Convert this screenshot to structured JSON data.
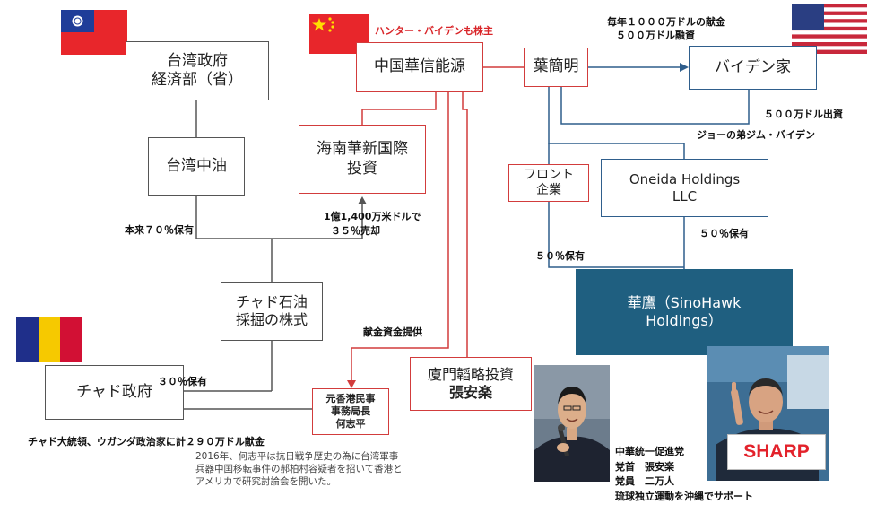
{
  "nodes": {
    "taiwan_gov": [
      "台湾政府",
      "経済部（省）"
    ],
    "taiwan_cpc": "台湾中油",
    "cefc": "中国華信能源",
    "hainan": [
      "海南華新国際",
      "投資"
    ],
    "ye": "葉簡明",
    "biden_family": "バイデン家",
    "front": [
      "フロント",
      "企業"
    ],
    "oneida": [
      "Oneida Holdings",
      "LLC"
    ],
    "sinohawk": [
      "華鷹（SinoHawk",
      "Holdings）"
    ],
    "chad_oil": [
      "チャド石油",
      "採掘の株式"
    ],
    "chad_gov": "チャド政府",
    "ho": [
      "元香港民事",
      "事務局長",
      "何志平"
    ],
    "xiamen": [
      "廈門韜略投資",
      "張安楽"
    ]
  },
  "labels": {
    "hunter": "ハンター・バイデンも株主",
    "donation": [
      "毎年１０００万ドルの献金",
      "５００万ドル融資"
    ],
    "invest500": "５００万ドル出資",
    "jim": "ジョーの弟ジム・バイデン",
    "fifty_a": "５０％保有",
    "fifty_b": "５０％保有",
    "orig70": "本来７０％保有",
    "sale": [
      "1億1,400万米ドルで",
      "３５％売却"
    ],
    "bribe_fund": "献金資金提供",
    "thirty": "３０％保有",
    "chad_bribe": "チャド大統領、ウガンダ政治家に計２９０万ドル献金",
    "note": [
      "2016年、何志平は抗日戦争歴史の為に台湾軍事",
      "兵器中国移転事件の郝柏村容疑者を招いて香港と",
      "アメリカで研究討論会を開いた。"
    ],
    "party": [
      "中華統一促進党",
      "党首　張安楽",
      "党員　二万人",
      "琉球独立運動を沖縄でサポート"
    ],
    "sharp": "SHARP"
  },
  "colors": {
    "red_line": "#d23c3c",
    "gray_line": "#555555",
    "blue_line": "#2f5e8c",
    "sinohawk_fill": "#1f5f80",
    "label_red": "#d9262a"
  }
}
